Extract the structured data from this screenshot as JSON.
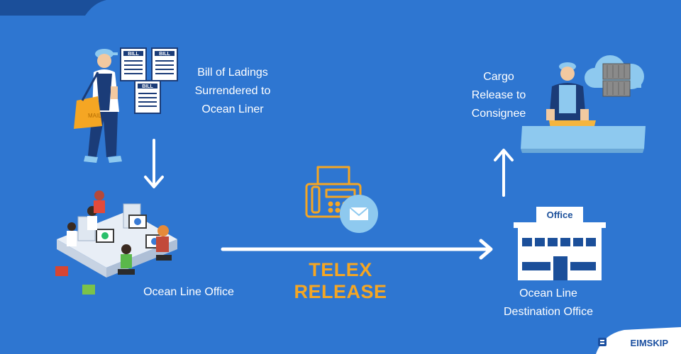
{
  "labels": {
    "bill_of_ladings": "Bill of Ladings\nSurrendered to\nOcean Liner",
    "ocean_line_office": "Ocean Line Office",
    "telex_release": "TELEX RELEASE",
    "destination_office": "Ocean Line\nDestination Office",
    "cargo_release": "Cargo\nRelease to\nConsignee",
    "office_sign": "Office",
    "bill_doc": "BILL",
    "mail_bag": "MAIL"
  },
  "brand": {
    "name": "EIMSKIP"
  },
  "colors": {
    "background": "#2e76d1",
    "accent": "#f5a623",
    "arrow": "#ffffff"
  }
}
